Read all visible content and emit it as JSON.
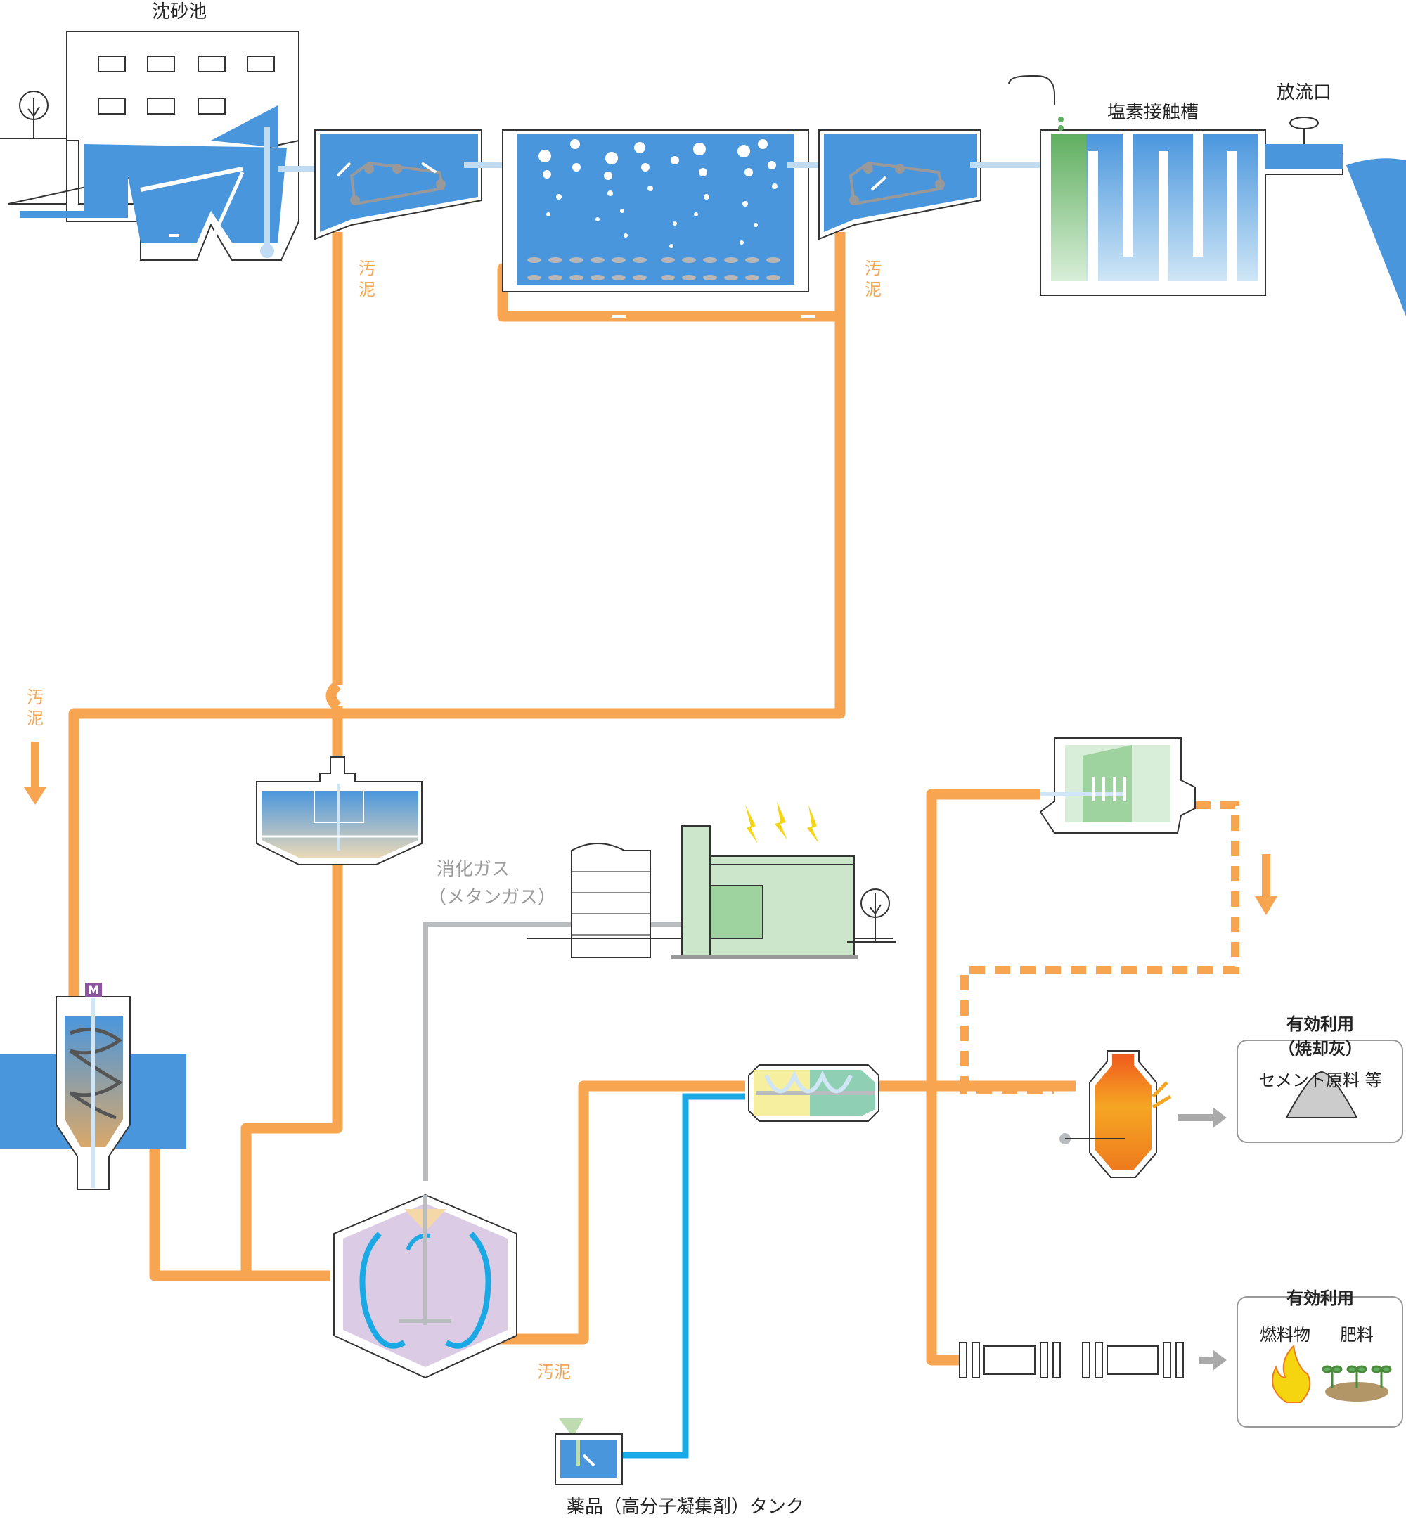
{
  "labels": {
    "grit_chamber": "沈砂池",
    "chlorine_tank": "塩素接触槽",
    "outfall": "放流口",
    "sludge": "汚泥",
    "digestion_gas_line1": "消化ガス",
    "digestion_gas_line2": "（メタンガス）",
    "chemical_tank": "薬品（高分子凝集剤）タンク",
    "effective_use": "有効利用",
    "incineration_ash": "（焼却灰）",
    "cement_material": "セメント原料 等",
    "fuel": "燃料物",
    "fertilizer": "肥料",
    "motor": "M"
  },
  "colors": {
    "water": "#4a96dd",
    "water_light": "#bfdcf2",
    "sludge_pipe": "#f7a550",
    "gas_pipe": "#b8bcbf",
    "chemical_pipe": "#1aa9e4",
    "digester": "#dccbe4",
    "generator": "#cce6cc",
    "incinerator": "#ee7a1e",
    "outline": "#333333"
  }
}
